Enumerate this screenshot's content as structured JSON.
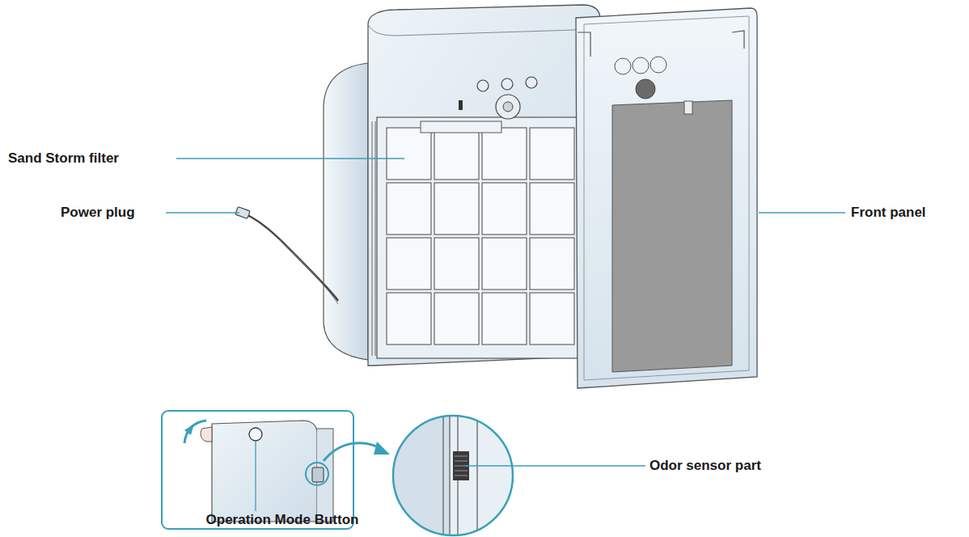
{
  "diagram": {
    "labels": [
      "Sand Storm filter",
      "Power plug",
      "Front panel",
      "Odor sensor part",
      "Operation Mode Button"
    ]
  }
}
